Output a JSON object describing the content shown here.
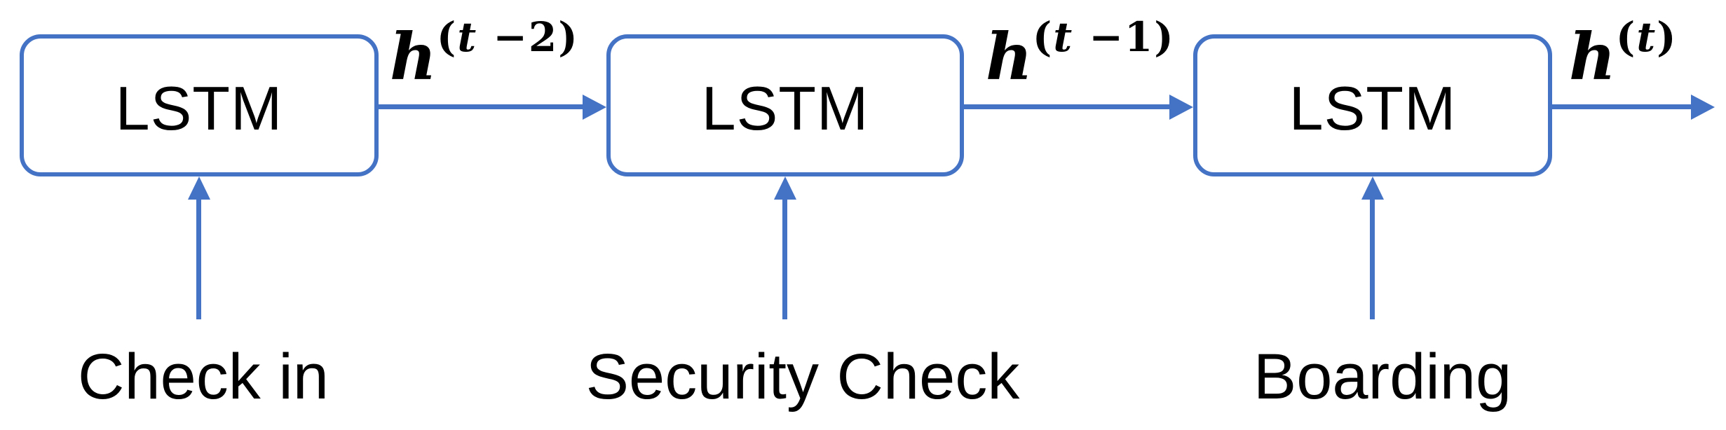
{
  "diagram": {
    "type": "lstm-sequence",
    "accent_color": "#4472C4",
    "text_color": "#000000",
    "background_color": "#FFFFFF",
    "cells": [
      {
        "block_label": "LSTM",
        "input_label": "Check in",
        "output_label": {
          "base": "h",
          "sup_open": "(",
          "sup_var": "t",
          "sup_rest": " −2)"
        }
      },
      {
        "block_label": "LSTM",
        "input_label": "Security Check",
        "output_label": {
          "base": "h",
          "sup_open": "(",
          "sup_var": "t",
          "sup_rest": " −1)"
        }
      },
      {
        "block_label": "LSTM",
        "input_label": "Boarding",
        "output_label": {
          "base": "h",
          "sup_open": "(",
          "sup_var": "t",
          "sup_rest": ")"
        }
      }
    ]
  }
}
